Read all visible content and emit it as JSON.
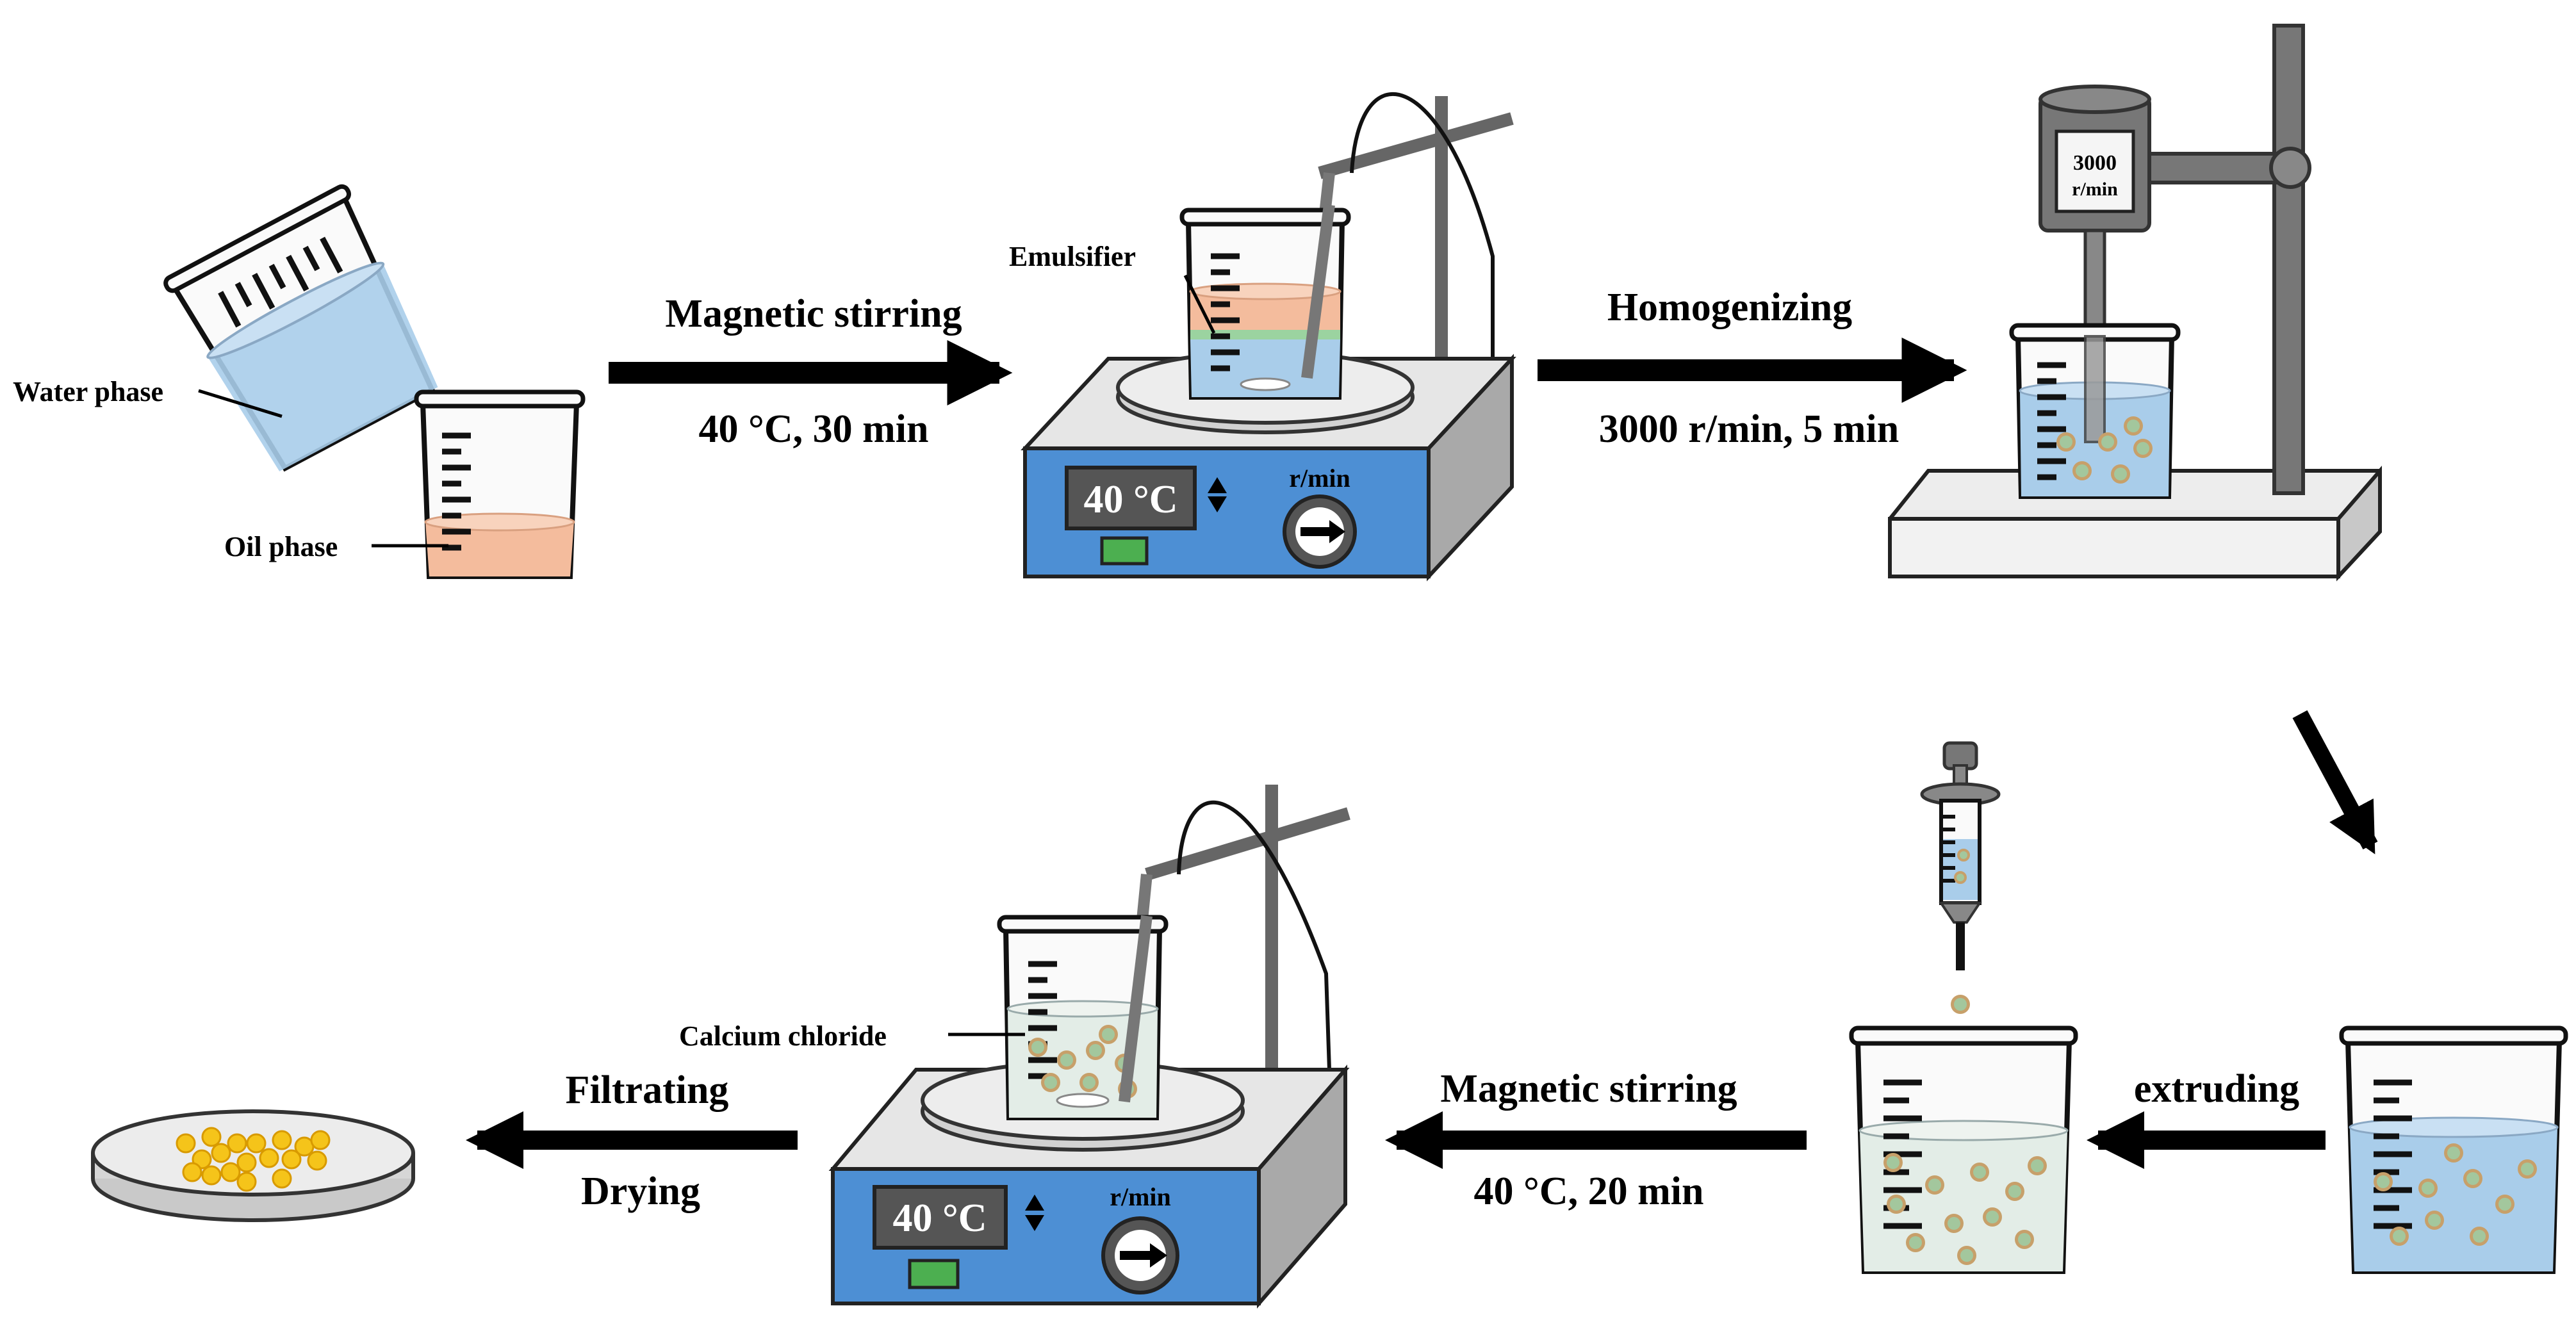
{
  "labels": {
    "water_phase": "Water phase",
    "oil_phase": "Oil phase",
    "emulsifier": "Emulsifier",
    "calcium_chloride": "Calcium chloride"
  },
  "steps": {
    "step1_top": "Magnetic stirring",
    "step1_bottom": "40 °C, 30 min",
    "step2_top": "Homogenizing",
    "step2_bottom": "3000 r/min, 5 min",
    "step3_top": "extruding",
    "step4_top": "Magnetic stirring",
    "step4_bottom": "40 °C, 20 min",
    "step5_top": "Filtrating",
    "step5_bottom": "Drying"
  },
  "stirrer1": {
    "display": "40 °C",
    "unit": "r/min"
  },
  "stirrer2": {
    "display": "40 °C",
    "unit": "r/min"
  },
  "homogenizer": {
    "speed_value": "3000",
    "speed_unit": "r/min"
  },
  "colors": {
    "water": "#a9cdea",
    "oil": "#f4bc9d",
    "emulsifier": "#9bd3a0",
    "stirrer_panel": "#4d8fd4",
    "display_bg": "#555555",
    "led": "#4caf50",
    "bead_core": "#a3c79d",
    "bead_rim": "#c7a06a",
    "gold_bead": "#f5c41a"
  },
  "icons": [
    "beaker-icon",
    "hot-plate-stirrer-icon",
    "homogenizer-icon",
    "syringe-icon",
    "petri-dish-icon",
    "arrow-icon"
  ]
}
